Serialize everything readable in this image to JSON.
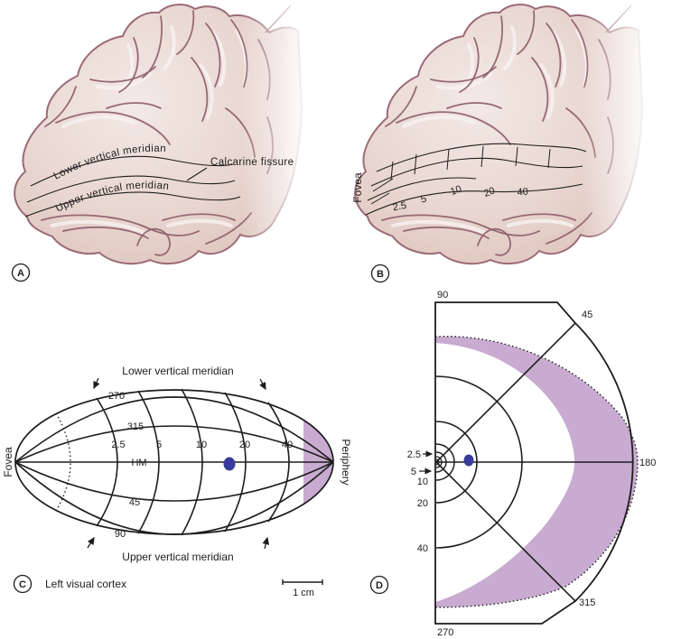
{
  "colors": {
    "shade": "#c9abd2",
    "dot": "#3a3c9b",
    "ink": "#1d1d1b",
    "brain_fill": "#e9d7d1",
    "brain_outline": "#9b6b76"
  },
  "panelA": {
    "letter": "A",
    "lower_meridian": "Lower vertical meridian",
    "upper_meridian": "Upper vertical meridian",
    "calcarine": "Calcarine fissure"
  },
  "panelB": {
    "letter": "B",
    "fovea": "Fovea",
    "ecc": [
      "2.5",
      "5",
      "10",
      "20",
      "40"
    ]
  },
  "panelC": {
    "letter": "C",
    "caption": "Left visual cortex",
    "top_label": "Lower vertical meridian",
    "bottom_label": "Upper vertical meridian",
    "left_label": "Fovea",
    "right_label": "Periphery",
    "hm": "HM",
    "polar": [
      "270",
      "315",
      "45",
      "90"
    ],
    "ecc": [
      "2.5",
      "5",
      "10",
      "20",
      "40"
    ],
    "scale": "1 cm"
  },
  "panelD": {
    "letter": "D",
    "angle_top": "90",
    "angle_upper_right": "45",
    "angle_right": "180",
    "angle_lower_right": "315",
    "angle_bottom": "270",
    "ecc": [
      "2.5",
      "5",
      "10",
      "20",
      "40"
    ]
  }
}
